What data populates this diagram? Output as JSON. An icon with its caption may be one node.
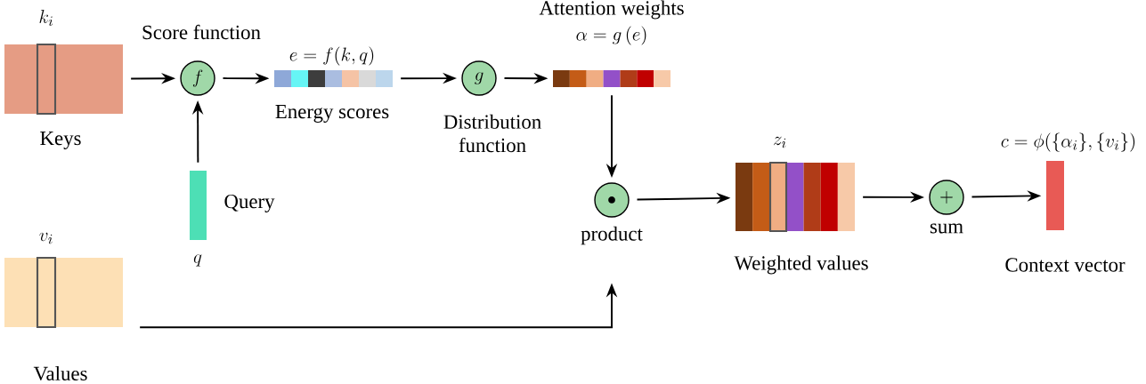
{
  "diagram": {
    "nodes": [
      {
        "text": [
          "k_i",
          "Keys"
        ]
      },
      {
        "text": [
          "Score function",
          "f"
        ]
      },
      {
        "text": [
          "Query",
          "q"
        ]
      },
      {
        "text": [
          "e=f(k,q)",
          "Energy scores"
        ]
      },
      {
        "text": [
          "g",
          "Distribution function"
        ]
      },
      {
        "text": [
          "Attention weights",
          "\\alpha=g\\left(e\\right)"
        ]
      },
      {
        "text": [
          "product"
        ]
      },
      {
        "text": [
          "z_i",
          "Weighted values"
        ]
      },
      {
        "text": [
          "+",
          "sum"
        ]
      },
      {
        "text": [
          "c=\\phi(\\{\\alpha_i\\},\\{v_i\\})",
          "Context vector"
        ]
      },
      {
        "text": [
          "v_i",
          "Values"
        ]
      }
    ],
    "edges": [
      {
        "from": 0,
        "to": 1,
        "arrow": "to"
      },
      {
        "from": 2,
        "to": 1,
        "arrow": "to"
      },
      {
        "from": 1,
        "to": 3,
        "arrow": "to"
      },
      {
        "from": 3,
        "to": 4,
        "arrow": "to"
      },
      {
        "from": 4,
        "to": 5,
        "arrow": "to"
      },
      {
        "from": 5,
        "to": 6,
        "arrow": "to"
      },
      {
        "from": 10,
        "to": 6,
        "arrow": "to"
      },
      {
        "from": 6,
        "to": 7,
        "arrow": "to"
      },
      {
        "from": 7,
        "to": 8,
        "arrow": "to"
      },
      {
        "from": 8,
        "to": 9,
        "arrow": "to"
      }
    ]
  }
}
